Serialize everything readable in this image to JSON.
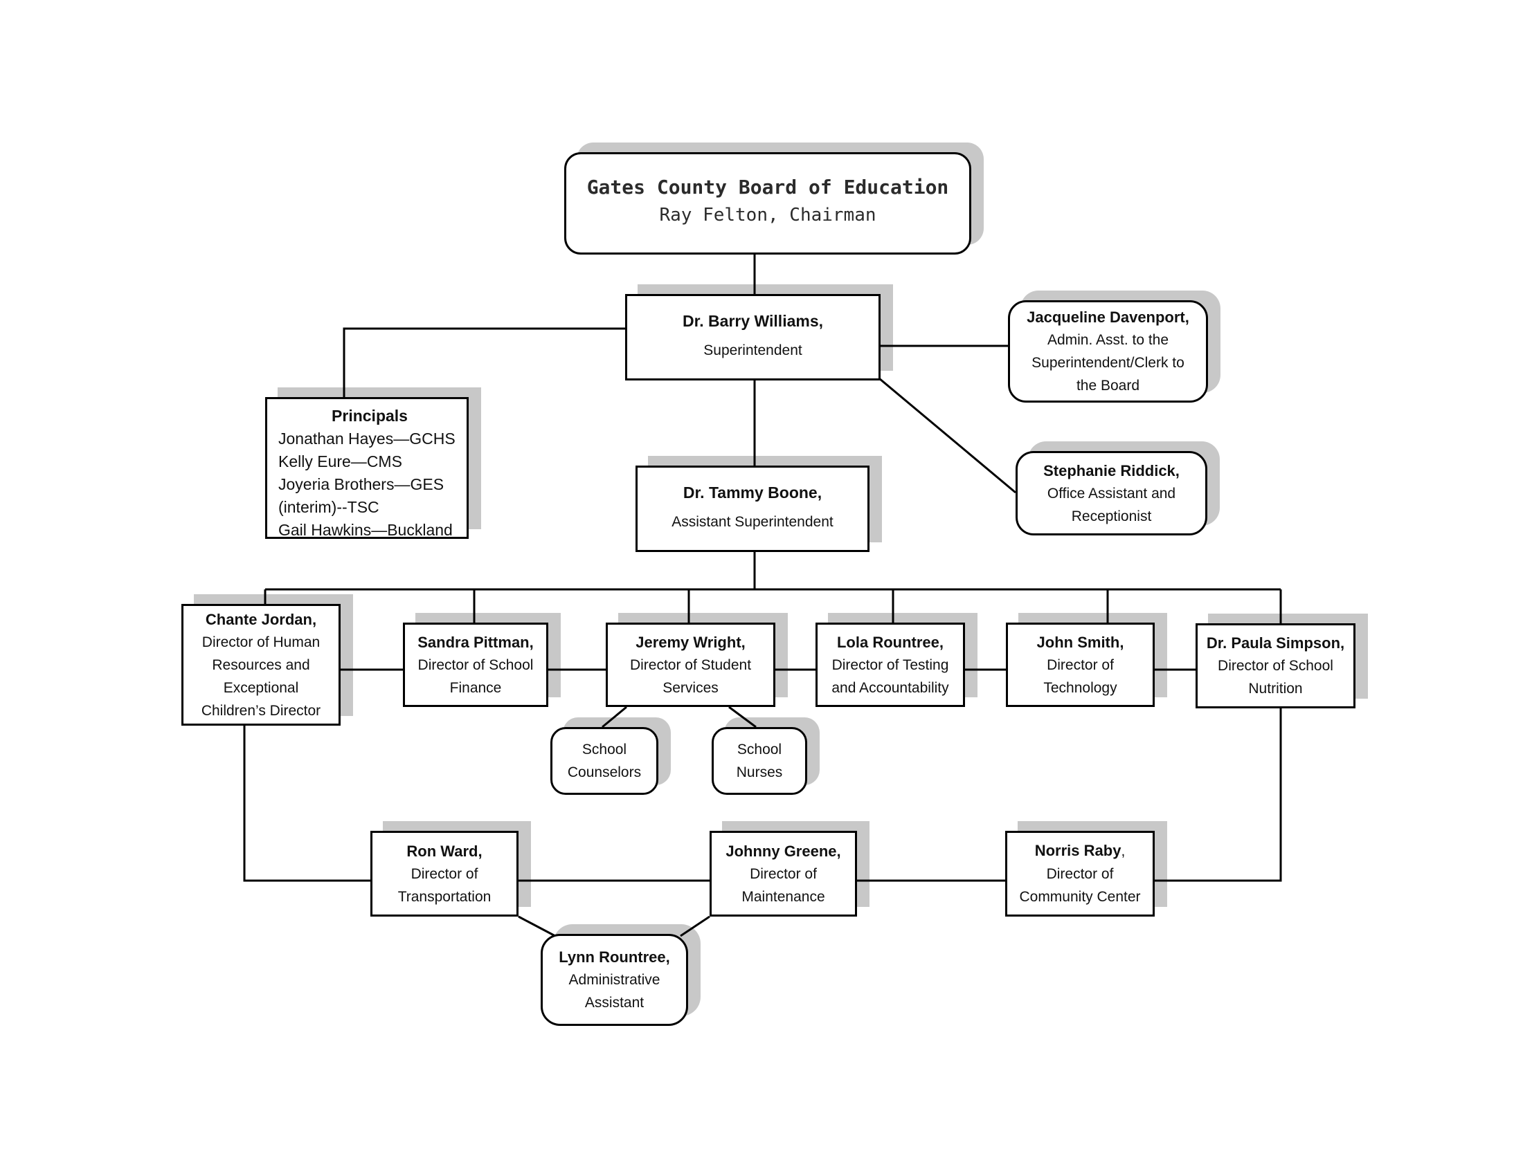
{
  "colors": {
    "line": "#000000",
    "border": "#000000",
    "shadow": "#c8c8c8",
    "box_bg": "#ffffff",
    "text": "#111111"
  },
  "nodes": {
    "board": {
      "title": "Gates County Board of Education",
      "subtitle": "Ray Felton, Chairman"
    },
    "superintendent": {
      "name": "Dr. Barry Williams,",
      "roles": [
        "Superintendent"
      ]
    },
    "admin_assistant": {
      "name": "Jacqueline Davenport,",
      "roles": [
        "Admin. Asst. to the",
        "Superintendent/Clerk to",
        "the Board"
      ]
    },
    "principals": {
      "title": "Principals",
      "members": [
        "Jonathan Hayes—GCHS",
        "Kelly Eure—CMS",
        "Joyeria Brothers—GES",
        "(interim)--TSC",
        "Gail Hawkins—Buckland"
      ]
    },
    "office_assistant": {
      "name": "Stephanie Riddick,",
      "roles": [
        "Office Assistant and",
        "Receptionist"
      ]
    },
    "assistant_superintendent": {
      "name": "Dr. Tammy Boone,",
      "roles": [
        "Assistant Superintendent"
      ]
    },
    "hr_director": {
      "name": "Chante Jordan,",
      "roles": [
        "Director of Human",
        "Resources and",
        "Exceptional",
        "Children’s Director"
      ]
    },
    "finance_director": {
      "name": "Sandra Pittman,",
      "roles": [
        "Director of School",
        "Finance"
      ]
    },
    "student_services": {
      "name": "Jeremy Wright,",
      "roles": [
        "Director of Student",
        "Services"
      ]
    },
    "testing_director": {
      "name": "Lola Rountree,",
      "roles": [
        "Director of Testing",
        "and Accountability"
      ]
    },
    "technology_director": {
      "name": "John Smith,",
      "roles": [
        "Director of",
        "Technology"
      ]
    },
    "nutrition_director": {
      "name": "Dr. Paula Simpson,",
      "roles": [
        "Director of School",
        "Nutrition"
      ]
    },
    "school_counselors": {
      "lines": [
        "School",
        "Counselors"
      ]
    },
    "school_nurses": {
      "lines": [
        "School",
        "Nurses"
      ]
    },
    "transportation_director": {
      "name": "Ron Ward,",
      "roles": [
        "Director of",
        "Transportation"
      ]
    },
    "maintenance_director": {
      "name": "Johnny Greene,",
      "roles": [
        "Director of",
        "Maintenance"
      ]
    },
    "community_center_director": {
      "name": "Norris Raby",
      "name_suffix": ",",
      "roles": [
        "Director of",
        "Community Center"
      ]
    },
    "administrative_assistant": {
      "name": "Lynn Rountree,",
      "roles": [
        "Administrative",
        "Assistant"
      ]
    }
  }
}
